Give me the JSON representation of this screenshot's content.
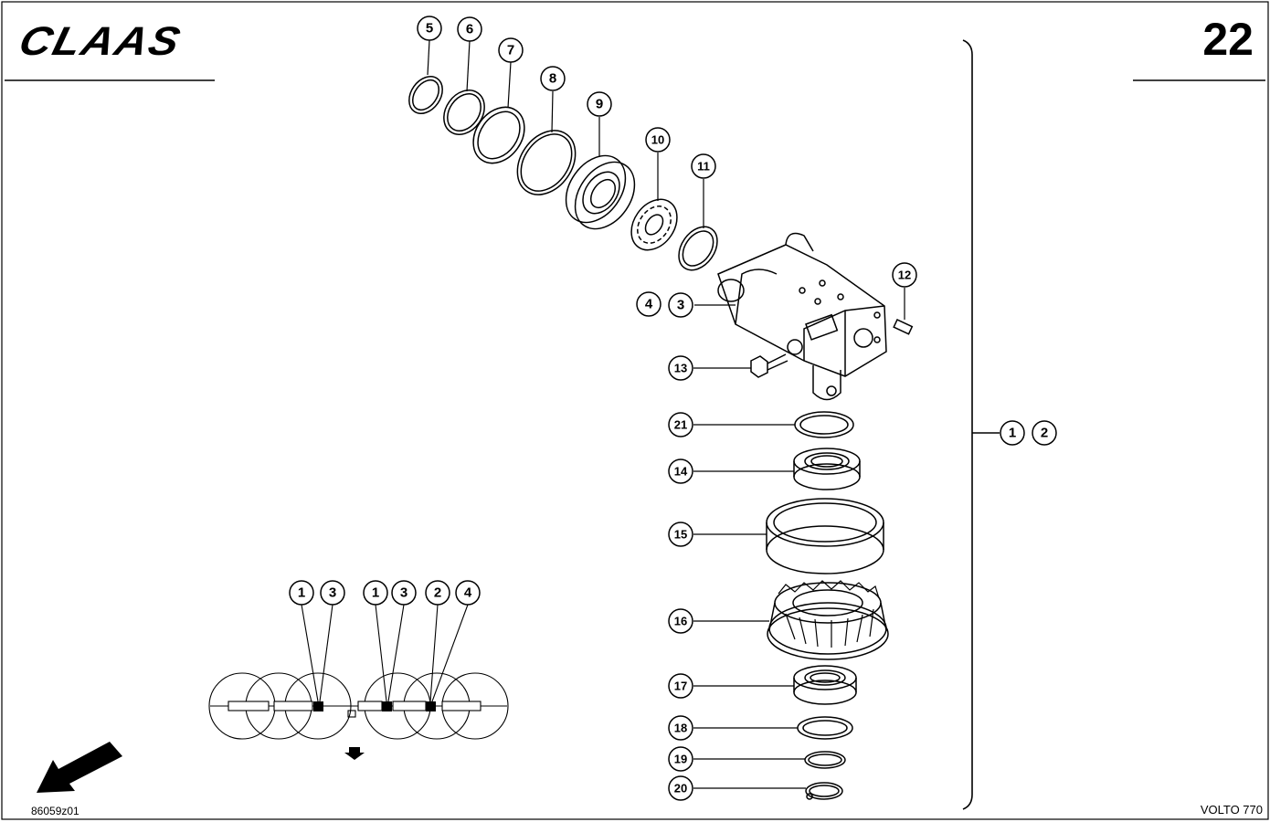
{
  "header": {
    "brand": "CLAAS",
    "page_number": "22"
  },
  "footer": {
    "drawing_ref": "86059z01",
    "model": "VOLTO 770"
  },
  "callouts": {
    "n1": "1",
    "n2": "2",
    "n3": "3",
    "n4": "4",
    "n5": "5",
    "n6": "6",
    "n7": "7",
    "n8": "8",
    "n9": "9",
    "n10": "10",
    "n11": "11",
    "n12": "12",
    "n13": "13",
    "n14": "14",
    "n15": "15",
    "n16": "16",
    "n17": "17",
    "n18": "18",
    "n19": "19",
    "n20": "20",
    "n21": "21"
  }
}
